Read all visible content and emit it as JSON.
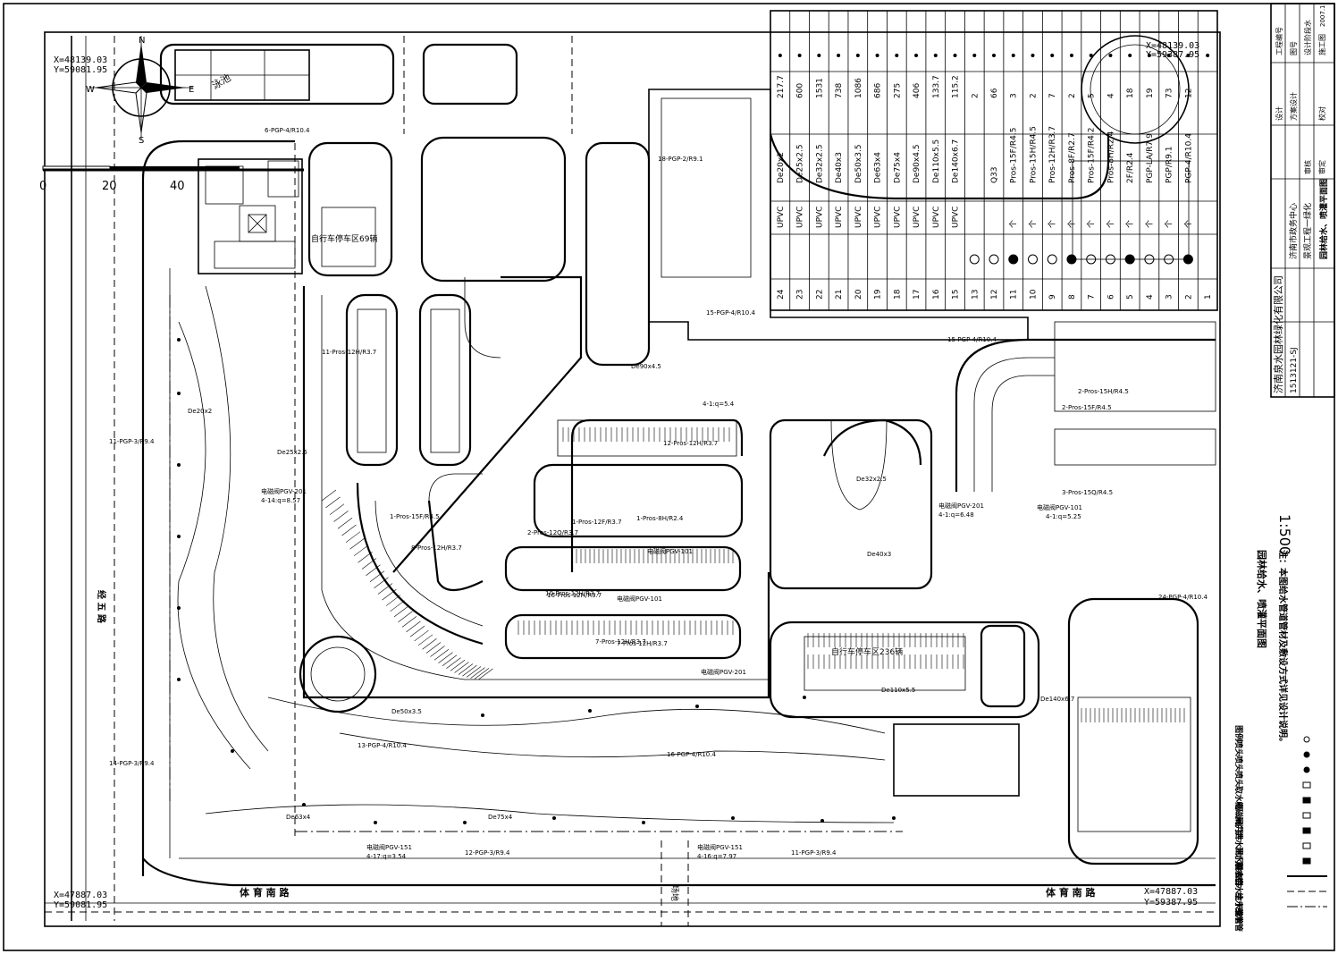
{
  "drawing": {
    "scale": "1:500",
    "main_title": "园林给水、喷灌平面图",
    "note": "注：本图给水管道管材及敷设方式详见设计说明。"
  },
  "corner_coords": {
    "tl_x": "X=48139.03",
    "tl_y": "Y=59081.95",
    "tr_x": "X=48139.03",
    "tr_y": "Y=59387.95",
    "bl_x": "X=47887.03",
    "bl_y": "Y=59081.95",
    "br_x": "X=47887.03",
    "br_y": "Y=59387.95"
  },
  "compass": {
    "n": "N",
    "s": "S",
    "e": "E",
    "w": "W"
  },
  "scale_bar": {
    "t0": "0",
    "t20": "20",
    "t40": "40"
  },
  "roads": {
    "bottom_left": "体 育 南 路",
    "bottom_right": "体 育 南 路",
    "left_side": "经 五 路",
    "park": "停车",
    "south_gate": "场地",
    "swimming": "泳池"
  },
  "bike_parking": {
    "top": "自行车停车区69辆",
    "bottom": "自行车停车区236辆"
  },
  "pipe_table": {
    "rows": [
      {
        "no": "24",
        "mat": "UPVC",
        "spec": "De20x2",
        "len": "217.7"
      },
      {
        "no": "23",
        "mat": "UPVC",
        "spec": "De25x2.5",
        "len": "600"
      },
      {
        "no": "22",
        "mat": "UPVC",
        "spec": "De32x2.5",
        "len": "1531"
      },
      {
        "no": "21",
        "mat": "UPVC",
        "spec": "De40x3",
        "len": "738"
      },
      {
        "no": "20",
        "mat": "UPVC",
        "spec": "De50x3.5",
        "len": "1086"
      },
      {
        "no": "19",
        "mat": "UPVC",
        "spec": "De63x4",
        "len": "686"
      },
      {
        "no": "18",
        "mat": "UPVC",
        "spec": "De75x4",
        "len": "275"
      },
      {
        "no": "17",
        "mat": "UPVC",
        "spec": "De90x4.5",
        "len": "406"
      },
      {
        "no": "16",
        "mat": "UPVC",
        "spec": "De110x5.5",
        "len": "133.7"
      },
      {
        "no": "15",
        "mat": "UPVC",
        "spec": "De140x6.7",
        "len": "115.2"
      },
      {
        "no": "13",
        "mat": "",
        "spec": "",
        "len": "2"
      },
      {
        "no": "12",
        "mat": "",
        "spec": "Q33",
        "len": "66"
      },
      {
        "no": "11",
        "mat": "个",
        "spec": "Pros-15F/R4.5",
        "len": "3"
      },
      {
        "no": "10",
        "mat": "个",
        "spec": "Pros-15H/R4.5",
        "len": "2"
      },
      {
        "no": "9",
        "mat": "个",
        "spec": "Pros-12H/R3.7",
        "len": "7"
      },
      {
        "no": "8",
        "mat": "个",
        "spec": "Pros-8F/R2.7",
        "len": "2"
      },
      {
        "no": "7",
        "mat": "个",
        "spec": "Pros-15F/R4.2",
        "len": "5"
      },
      {
        "no": "6",
        "mat": "个",
        "spec": "Pros-8H/R2.4",
        "len": "4"
      },
      {
        "no": "5",
        "mat": "个",
        "spec": "2F/R2.4",
        "len": "18"
      },
      {
        "no": "4",
        "mat": "个",
        "spec": "PGP-LA/R7.9",
        "len": "19"
      },
      {
        "no": "3",
        "mat": "个",
        "spec": "PGP/R9.1",
        "len": "73"
      },
      {
        "no": "2",
        "mat": "个",
        "spec": "PGP-4/R10.4",
        "len": "12"
      },
      {
        "no": "1",
        "mat": "",
        "spec": "",
        "len": ""
      }
    ]
  },
  "legend": {
    "items": [
      "图例",
      "喷头",
      "喷头",
      "喷头",
      "取水阀",
      "电磁阀井",
      "闸门井",
      "泄水闸门井",
      "泄水检查井",
      "取水口",
      "给水主干管",
      "给水支管",
      "给水管"
    ]
  },
  "title_block": {
    "company": "济南泉水园林绿化有限公司",
    "project": "济南市政务中心",
    "sub_project": "景观工程一绿化",
    "sheet_name": "园林给水、喷灌平面图",
    "drawing_no": "1513121-SJ",
    "cells": [
      "设计",
      "方案设计",
      "审核",
      "审定",
      "校对",
      "工程编号",
      "图号",
      "设计阶段",
      "施工图",
      "2007.1",
      "水"
    ]
  },
  "labels": {
    "zone1": "6-PGP-4/R10.4",
    "zone2": "18-PGP-2/R9.1",
    "zone3": "15-PGP-4/R10.4",
    "zone4": "15-PGP-4/R10.4",
    "zone5": "24-PGP-4/R10.4",
    "zone6": "16-PGP-4/R10.4",
    "zone7": "13-PGP-4/R10.4",
    "zone8": "14-PGP-3/R9.4",
    "zone9": "11-PGP-3/R9.4",
    "zone10": "12-PGP-3/R9.4",
    "zone11": "11-PGP-3/R9.4",
    "zone12": "24-PGP-4/R10.4",
    "pcv1": "电磁阀PGV-201",
    "pcv2": "电磁阀PGV-101",
    "pcv3": "电磁阀PGV-151",
    "pcv4": "电磁阀PGV-201",
    "pcv5": "电磁阀PGV-101",
    "pcv6": "电磁阀PGV-151",
    "pcv7": "电磁阀PGV-201",
    "pcv8": "电磁阀PGV-101",
    "flow1": "4-14:q=8.57",
    "flow2": "4-1:q=5.25",
    "flow3": "4-1:q=6.48",
    "flow4": "4-16:q=7.97",
    "flow5": "4-17:q=3.54",
    "flow6": "4-1:q=5.4",
    "d1": "De20x2",
    "d2": "De32x2.5",
    "d3": "De40x3",
    "d4": "De50x3.5",
    "d5": "De63x4",
    "d6": "De75x4",
    "d7": "De90x4.5",
    "d8": "De110x5.5",
    "d9": "De140x6.7",
    "d10": "De25x2.5",
    "p1": "12-Pros-12H/R3.7",
    "p2": "2-Pros-15F/R4.5",
    "p3": "7-Pros-12H/R3.7",
    "p4": "1-Pros-15F/R4.5",
    "p5": "3-Pros-15Q/R4.5",
    "p6": "10-Pros-12H/R3.7",
    "p7": "11-Pros-12H/R3.7",
    "p8": "8-Pros-12H/R3.7",
    "p9": "2-Pros-12Q/R3.7",
    "p10": "1-Pros-8H/R2.4",
    "p11": "1-Pros-12F/R3.7",
    "p12": "16-Pros-12H/R3.7",
    "p13": "7-Pros-12H/R3.7",
    "p14": "2-Pros-15H/R4.5"
  }
}
